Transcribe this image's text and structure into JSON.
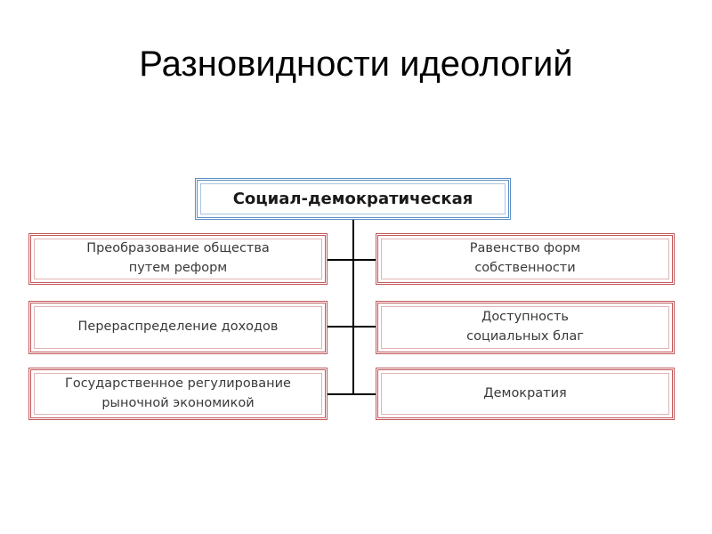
{
  "title": "Разновидности идеологий",
  "root": "Социал-демократическая",
  "left_items": [
    "Преобразование общества\nпутем реформ",
    "Перераспределение доходов",
    "Государственное регулирование\nрыночной экономикой"
  ],
  "right_items": [
    "Равенство форм\nсобственности",
    "Доступность\nсоциальных благ",
    "Демократия"
  ],
  "colors": {
    "root_border": "#5b8fc4",
    "node_border": "#c0585a",
    "connector": "#000000"
  }
}
